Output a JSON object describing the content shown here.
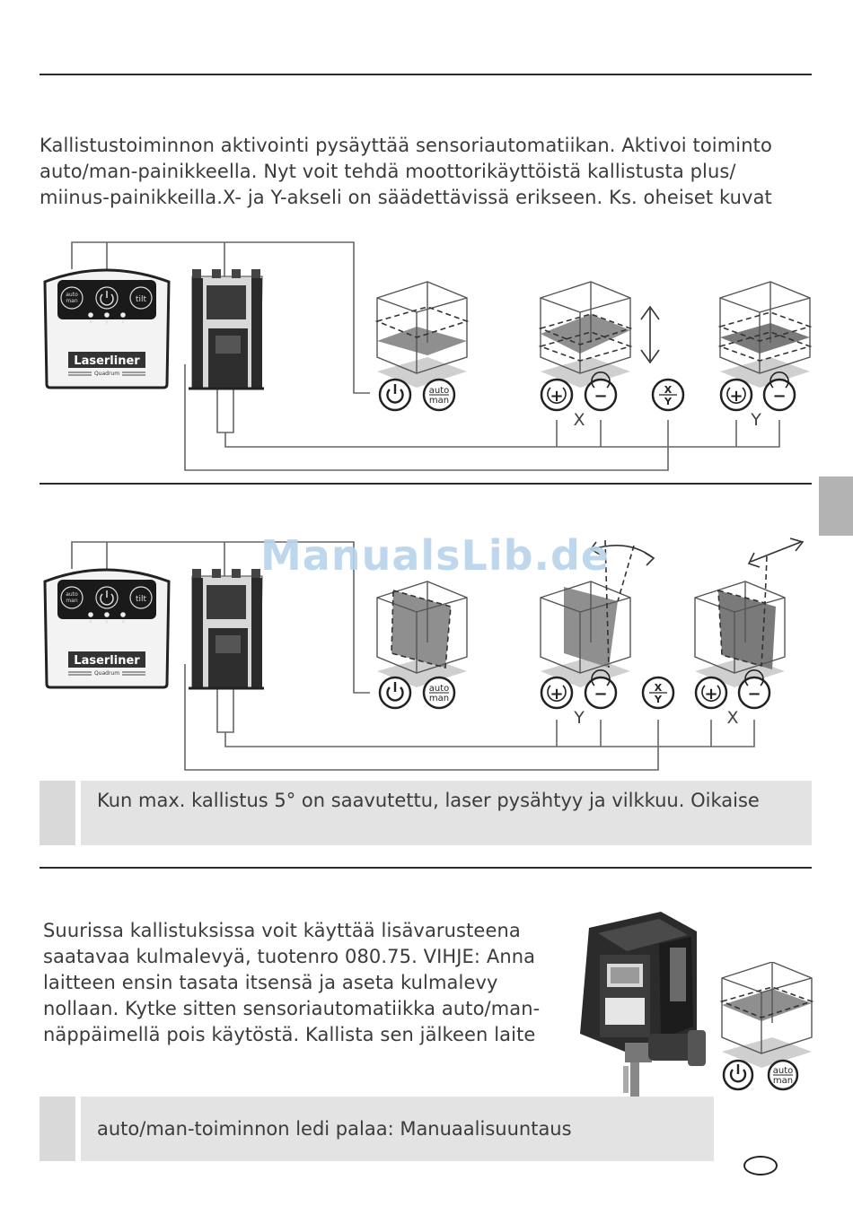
{
  "intro": {
    "lines": [
      "Kallistustoiminnon aktivointi pysäyttää sensoriautomatiikan. Aktivoi toiminto",
      "auto/man-painikkeella. Nyt voit tehdä moottorikäyttöistä kallistusta plus/",
      "miinus-painikkeilla.X- ja Y-akseli on säädettävissä erikseen. Ks. oheiset kuvat"
    ]
  },
  "device": {
    "brand": "Laserliner",
    "model": "Quadrum",
    "auto_label_top": "auto",
    "auto_label_bottom": "man",
    "tilt_label": "tilt",
    "leds": [
      "x",
      "y",
      "z"
    ]
  },
  "buttons": {
    "auto_top": "auto",
    "auto_bottom": "man",
    "plus": "+",
    "minus": "−",
    "xy_top": "X",
    "xy_bottom": "Y"
  },
  "diagram1": {
    "axis_left": "X",
    "axis_right": "Y"
  },
  "diagram2": {
    "axis_left": "Y",
    "axis_right": "X"
  },
  "note1": {
    "text": "Kun max. kallistus 5° on saavutettu, laser pysähtyy ja vilkkuu. Oikaise"
  },
  "section3": {
    "lines": [
      "Suurissa kallistuksissa voit käyttää lisävarusteena",
      "saatavaa kulmalevyä, tuotenro 080.75. VIHJE: Anna",
      "laitteen ensin tasata itsensä ja aseta kulmalevy",
      "nollaan. Kytke sitten sensoriautomatiikka auto/man-",
      "näppäimellä pois käytöstä. Kallista sen jälkeen laite"
    ]
  },
  "note2": {
    "text": "auto/man-toiminnon ledi palaa: Manuaalisuuntaus"
  },
  "watermark": "ManualsLib.de",
  "colors": {
    "plane": "#8f8f8f",
    "floor": "#cfcfcf",
    "line": "#555555",
    "note_bg": "#e3e3e3",
    "tab": "#b3b3b3"
  }
}
